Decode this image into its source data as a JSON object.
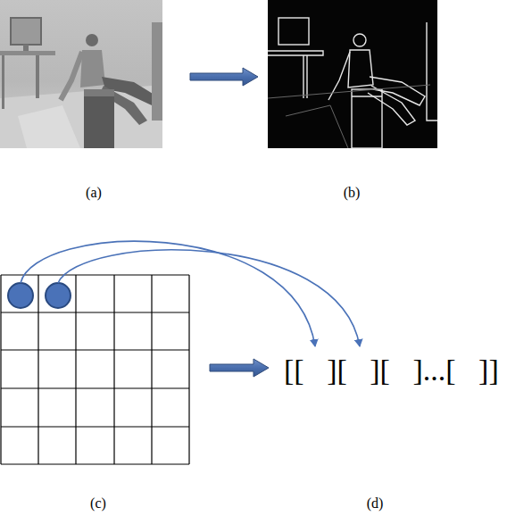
{
  "diagram": {
    "labels": [
      "(a)",
      "(b)",
      "(c)",
      "(d)",
      "[[   ][   ][   ]...[   ]]"
    ]
  }
}
